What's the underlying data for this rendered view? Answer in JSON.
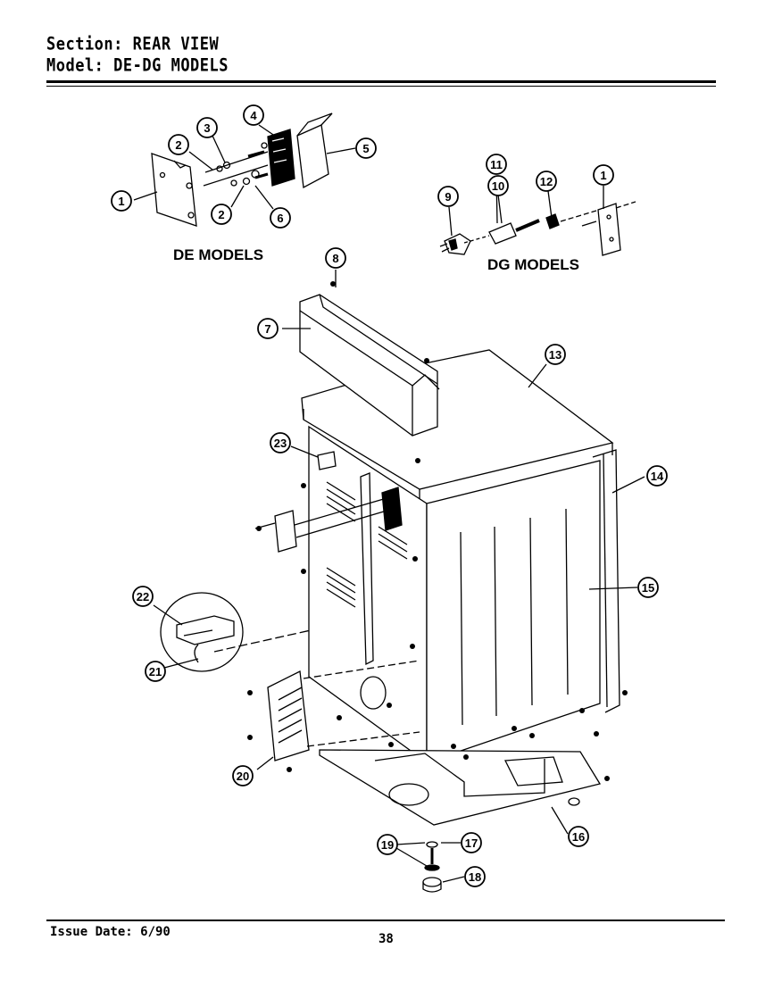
{
  "header": {
    "section_label": "Section:",
    "section_value": "REAR VIEW",
    "model_label": "Model:",
    "model_value": "DE-DG MODELS"
  },
  "labels": {
    "de_models": "DE MODELS",
    "dg_models": "DG MODELS"
  },
  "callouts": [
    "1",
    "2",
    "3",
    "4",
    "5",
    "2",
    "6",
    "1",
    "9",
    "11",
    "10",
    "12",
    "8",
    "7",
    "13",
    "23",
    "14",
    "15",
    "22",
    "21",
    "20",
    "16",
    "19",
    "17",
    "18"
  ],
  "footer": {
    "issue_date": "Issue Date: 6/90",
    "page_number": "38"
  }
}
